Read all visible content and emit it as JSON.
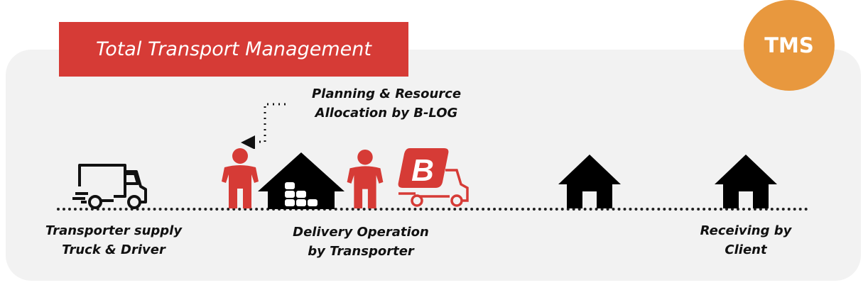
{
  "banner": {
    "title": "Total Transport Management"
  },
  "badge": {
    "label": "TMS"
  },
  "steps": [
    {
      "line1": "Transporter supply",
      "line2": "Truck & Driver"
    },
    {
      "line1": "Planning & Resource",
      "line2": "Allocation by B-LOG"
    },
    {
      "line1": "Delivery Operation",
      "line2": "by Transporter"
    },
    {
      "line1": "Receiving by",
      "line2": "Client"
    }
  ],
  "logo": {
    "letter": "B"
  },
  "colors": {
    "red": "#d63b36",
    "orange": "#e8983e",
    "panel": "#f2f2f2"
  }
}
